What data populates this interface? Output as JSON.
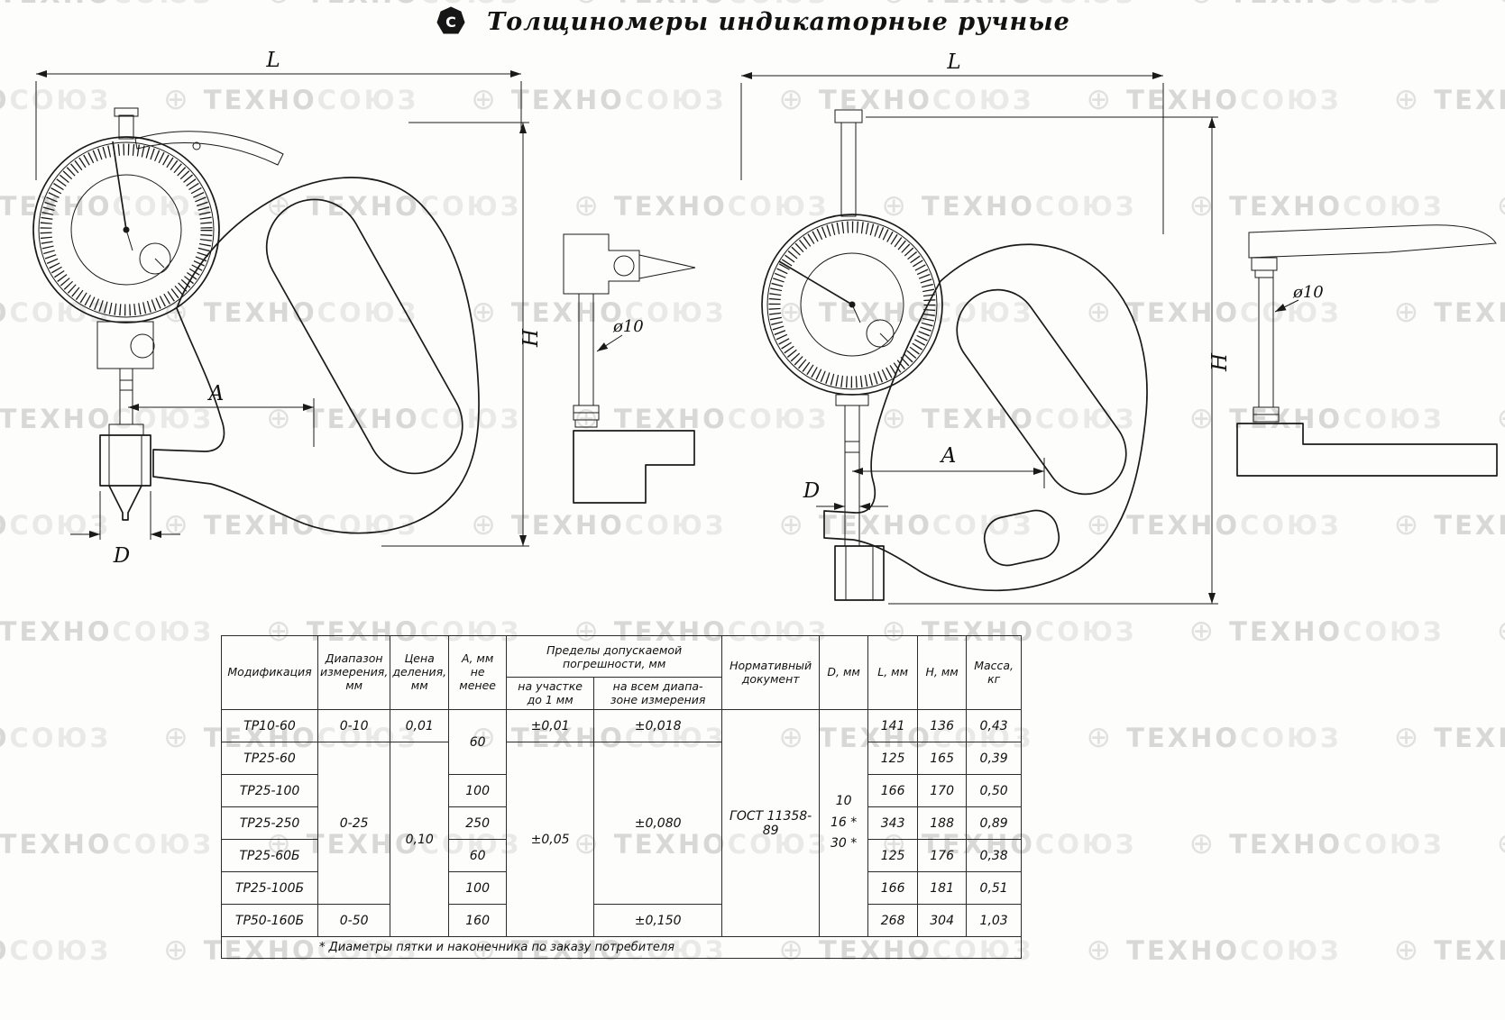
{
  "title": "Толщиномеры индикаторные ручные",
  "logo_letter": "С",
  "watermark": {
    "part1": "ТЕХНО",
    "part2": "СОЮЗ",
    "globe": "⊕"
  },
  "dims": {
    "L": "L",
    "H": "H",
    "A": "A",
    "D": "D",
    "dia10": "ø10"
  },
  "table": {
    "headers": {
      "modification": "Модификация",
      "range_lines": [
        "Диапазон",
        "измерения,",
        "мм"
      ],
      "division_lines": [
        "Цена",
        "деления,",
        "мм"
      ],
      "a_lines": [
        "А, мм",
        "не менее"
      ],
      "error_group": "Пределы допускаемой погрешности, мм",
      "error_section_lines": [
        "на участке",
        "до 1 мм"
      ],
      "error_full_lines": [
        "на всем диапа-",
        "зоне измерения"
      ],
      "doc_lines": [
        "Нормативный",
        "документ"
      ],
      "d": "D, мм",
      "l": "L, мм",
      "h": "Н, мм",
      "mass_lines": [
        "Масса,",
        "кг"
      ]
    },
    "merged": {
      "range_010": "0-10",
      "range_025": "0-25",
      "range_050": "0-50",
      "div_001": "0,01",
      "div_010": "0,10",
      "err1_001": "±0,01",
      "err1_005": "±0,05",
      "err2_018": "±0,018",
      "err2_080": "±0,080",
      "err2_150": "±0,150",
      "doc": "ГОСТ 11358-89",
      "d_values": [
        "10",
        "16 *",
        "30 *"
      ]
    },
    "a_values": {
      "r0": "60",
      "r2": "100",
      "r3": "250",
      "r4": "60",
      "r5": "100",
      "r6": "160"
    },
    "rows": [
      {
        "mod": "ТР10-60",
        "l": "141",
        "h": "136",
        "mass": "0,43"
      },
      {
        "mod": "ТР25-60",
        "l": "125",
        "h": "165",
        "mass": "0,39"
      },
      {
        "mod": "ТР25-100",
        "l": "166",
        "h": "170",
        "mass": "0,50"
      },
      {
        "mod": "ТР25-250",
        "l": "343",
        "h": "188",
        "mass": "0,89"
      },
      {
        "mod": "ТР25-60Б",
        "l": "125",
        "h": "176",
        "mass": "0,38"
      },
      {
        "mod": "ТР25-100Б",
        "l": "166",
        "h": "181",
        "mass": "0,51"
      },
      {
        "mod": "ТР50-160Б",
        "l": "268",
        "h": "304",
        "mass": "1,03"
      }
    ],
    "footnote": "* Диаметры пятки и наконечника по заказу потребителя"
  }
}
